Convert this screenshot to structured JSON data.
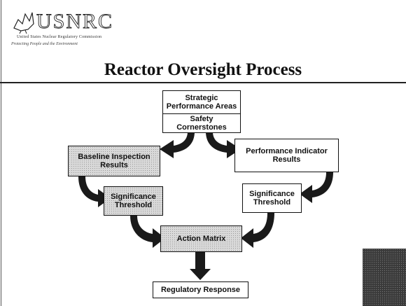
{
  "logo": {
    "wordmark": "USNRC",
    "line1": "United States Nuclear Regulatory Commission",
    "line2": "Protecting People and the Environment"
  },
  "title": "Reactor Oversight Process",
  "diagram": {
    "strategic_areas": "Strategic\nPerformance Areas",
    "safety_cornerstones": "Safety\nCornerstones",
    "baseline_inspection": "Baseline Inspection\nResults",
    "performance_indicator": "Performance Indicator\nResults",
    "significance_left": "Significance\nThreshold",
    "significance_right": "Significance\nThreshold",
    "action_matrix": "Action Matrix",
    "regulatory_response": "Regulatory Response"
  },
  "colors": {
    "arrow": "#1a1a1a",
    "shaded_box": "#d9d9d9",
    "border": "#111111"
  }
}
